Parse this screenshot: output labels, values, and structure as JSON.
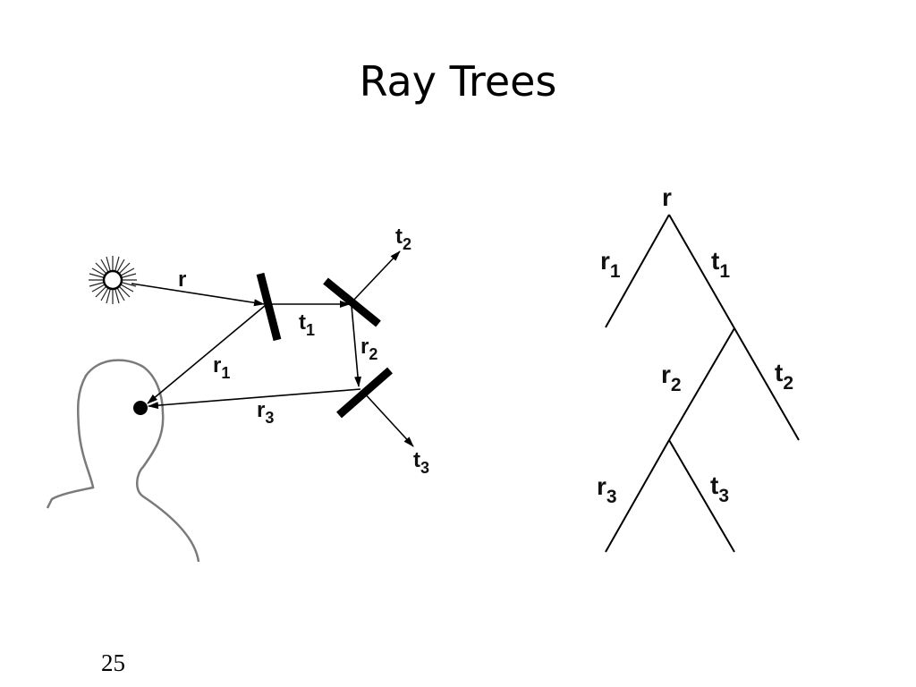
{
  "slide": {
    "title": "Ray Trees",
    "page_number": "25"
  },
  "ray_diagram": {
    "labels": {
      "r": "r",
      "r1": {
        "base": "r",
        "sub": "1"
      },
      "r2": {
        "base": "r",
        "sub": "2"
      },
      "r3": {
        "base": "r",
        "sub": "3"
      },
      "t1": {
        "base": "t",
        "sub": "1"
      },
      "t2": {
        "base": "t",
        "sub": "2"
      },
      "t3": {
        "base": "t",
        "sub": "3"
      }
    }
  },
  "ray_tree": {
    "root": "r",
    "labels": {
      "r1": {
        "base": "r",
        "sub": "1"
      },
      "t1": {
        "base": "t",
        "sub": "1"
      },
      "r2": {
        "base": "r",
        "sub": "2"
      },
      "t2": {
        "base": "t",
        "sub": "2"
      },
      "r3": {
        "base": "r",
        "sub": "3"
      },
      "t3": {
        "base": "t",
        "sub": "3"
      }
    }
  }
}
